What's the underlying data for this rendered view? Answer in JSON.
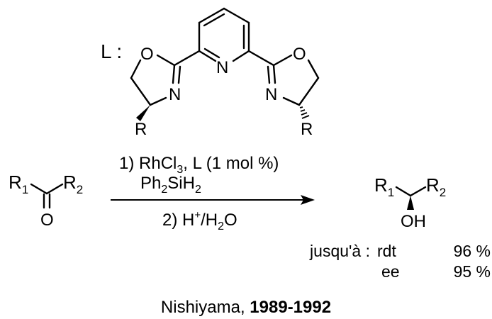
{
  "ligand": {
    "label": "L :",
    "atoms": {
      "n_pyridine": "N",
      "o_left": "O",
      "n_left": "N",
      "r_left": "R",
      "o_right": "O",
      "n_right": "N",
      "r_right": "R"
    }
  },
  "reactant": {
    "r1": "R",
    "r1_sub": "1",
    "r2": "R",
    "r2_sub": "2",
    "oxygen": "O"
  },
  "conditions": {
    "step1_prefix": "1) RhCl",
    "step1_sub": "3",
    "step1_suffix": ", L (1 mol %)",
    "silane_a": "Ph",
    "silane_sub1": "2",
    "silane_b": "SiH",
    "silane_sub2": "2",
    "step2_prefix": "2) H",
    "step2_sup": "+",
    "step2_mid": "/H",
    "step2_sub": "2",
    "step2_suffix": "O"
  },
  "product": {
    "r1": "R",
    "r1_sub": "1",
    "r2": "R",
    "r2_sub": "2",
    "oh": "OH"
  },
  "results": {
    "prefix": "jusqu'à :",
    "rdt_label": "rdt",
    "rdt_value": "96 %",
    "ee_label": "ee",
    "ee_value": "95 %"
  },
  "citation": {
    "author": "Nishiyama, ",
    "years": "1989-1992"
  }
}
